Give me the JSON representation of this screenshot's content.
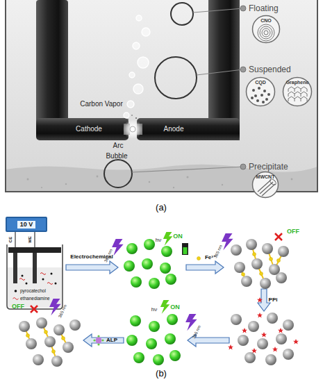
{
  "diagram": {
    "nodes": [
      {
        "text": [
          "CNO"
        ]
      },
      {
        "text": [
          "CQD"
        ]
      },
      {
        "text": [
          "Graphene"
        ]
      },
      {
        "text": [
          "MWCNT"
        ]
      },
      {
        "text": [
          "10 V"
        ]
      }
    ],
    "labels": [
      "Floating",
      "Suspended",
      "Carbon Vapor",
      "Cathode",
      "Arc",
      "Anode",
      "Bubble",
      "Precipitate",
      "(a)",
      "CE",
      "WE",
      "Electrochemical",
      "365 nm",
      "hν",
      "ON",
      "Fe³⁺",
      "365 nm",
      "OFF",
      "PPi",
      "OFF",
      "365 nm",
      "ALP",
      "hν",
      "ON",
      "365 nm",
      "(b)"
    ],
    "legend": [
      {
        "text": "pyrocatechol"
      },
      {
        "text": "ethanediamine"
      }
    ]
  }
}
